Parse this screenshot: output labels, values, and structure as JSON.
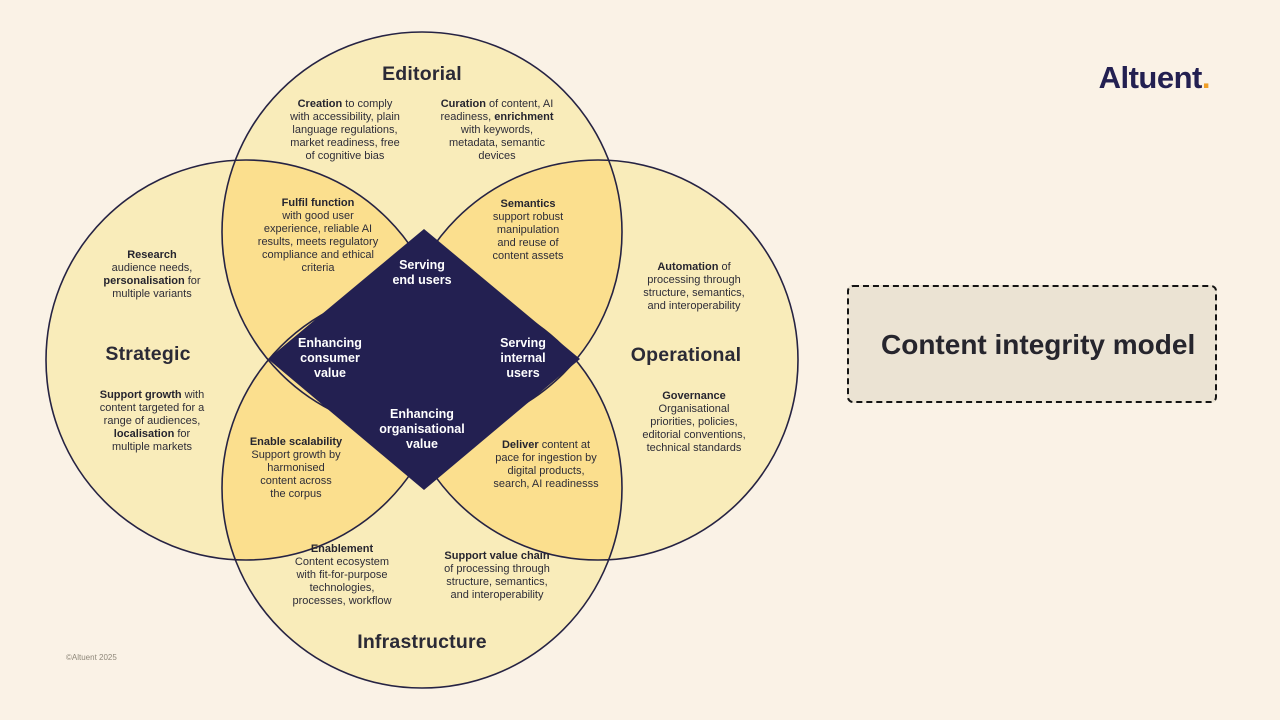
{
  "brand": {
    "logo_text": "Altuent",
    "logo_dot": ".",
    "copyright": "©Altuent 2025"
  },
  "title_card": {
    "title": "Content integrity model"
  },
  "colors": {
    "background": "#faf2e6",
    "circle_fill": "#f9ecba",
    "overlap_fill": "#fbdf8e",
    "outline": "#262343",
    "diamond_fill": "#232051",
    "accent_orange": "#ef9f27",
    "card_bg": "#ebe3d3"
  },
  "venn": {
    "editorial": {
      "label": "Editorial",
      "creation": "**Creation** to comply\nwith accessibility, plain\nlanguage regulations,\nmarket readiness, free\nof cognitive bias",
      "curation": "**Curation** of content, AI\nreadiness, **enrichment**\nwith keywords,\nmetadata, semantic\ndevices"
    },
    "strategic": {
      "label": "Strategic",
      "research": "**Research**\naudience needs,\n**personalisation** for\nmultiple variants",
      "support_growth": "**Support growth** with\ncontent targeted for a\nrange of audiences,\n**localisation** for\nmultiple markets"
    },
    "operational": {
      "label": "Operational",
      "automation": "**Automation** of\nprocessing through\nstructure, semantics,\nand interoperability",
      "governance": "**Governance**\nOrganisational\npriorities, policies,\neditorial conventions,\ntechnical standards"
    },
    "infrastructure": {
      "label": "Infrastructure",
      "enablement": "**Enablement**\nContent ecosystem\nwith fit-for-purpose\ntechnologies,\nprocesses, workflow",
      "support_value_chain": "**Support value chain**\nof processing through\nstructure, semantics,\nand interoperability"
    },
    "overlaps": {
      "fulfil": "**Fulfil function**\nwith good user\nexperience, reliable AI\nresults, meets regulatory\ncompliance and ethical\ncriteria",
      "semantics": "**Semantics**\nsupport robust\nmanipulation\nand reuse of\ncontent assets",
      "enable": "**Enable scalability**\nSupport growth by\nharmonised\ncontent across\nthe corpus",
      "deliver": "**Deliver** content at\npace for ingestion by\ndigital products,\nsearch, AI readinesss"
    },
    "diamond": {
      "top": "Serving\nend users",
      "left": "Enhancing\nconsumer\nvalue",
      "right": "Serving\ninternal\nusers",
      "bottom": "Enhancing\norganisational\nvalue"
    }
  }
}
